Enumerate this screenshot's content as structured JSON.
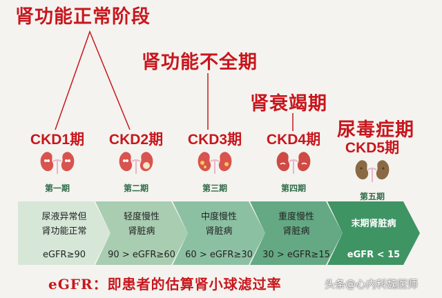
{
  "annotations": {
    "normal": "肾功能正常阶段",
    "insufficiency": "肾功能不全期",
    "failure": "肾衰竭期",
    "uremia": "尿毒症期"
  },
  "stages": [
    {
      "ckd": "CKD1期",
      "period": "第一期",
      "desc1": "尿液异常但",
      "desc2": "肾功能正常",
      "egfr": "eGFR≥90"
    },
    {
      "ckd": "CKD2期",
      "period": "第二期",
      "desc1": "轻度慢性",
      "desc2": "肾脏病",
      "egfr": "90 > eGFR≥60"
    },
    {
      "ckd": "CKD3期",
      "period": "第三期",
      "desc1": "中度慢性",
      "desc2": "肾脏病",
      "egfr": "60 > eGFR≥30"
    },
    {
      "ckd": "CKD4期",
      "period": "第四期",
      "desc1": "重度慢性",
      "desc2": "肾脏病",
      "egfr": "30 > eGFR≥15"
    },
    {
      "ckd": "CKD5期",
      "period": "第五期",
      "desc1": "末期肾脏病",
      "desc2": "",
      "egfr": "eGFR < 15"
    }
  ],
  "arrow_colors": [
    "#d6e7d8",
    "#a9cdb1",
    "#8cc0a3",
    "#65a984",
    "#3f9464"
  ],
  "kidney_colors": [
    "#d9534f",
    "#d9534f",
    "#d9534f",
    "#cf4a44",
    "#8a6a44"
  ],
  "footer": "eGFR：即患者的估算肾小球滤过率",
  "watermark": "头条@心内科魏医师"
}
